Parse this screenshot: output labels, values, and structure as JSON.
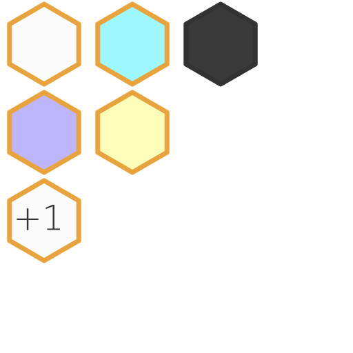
{
  "palette": {
    "border": "#E8A33C",
    "dark_border": "#333333",
    "label_color": "#333333"
  },
  "tiles": [
    {
      "name": "tile-white",
      "fill": "#FBFBFB",
      "stroke": "#E8A33C",
      "label": ""
    },
    {
      "name": "tile-cyan",
      "fill": "#9EF7FC",
      "stroke": "#E8A33C",
      "label": ""
    },
    {
      "name": "tile-black",
      "fill": "#3A3A3A",
      "stroke": "#333333",
      "label": ""
    },
    {
      "name": "tile-lavender",
      "fill": "#BDB6FF",
      "stroke": "#E8A33C",
      "label": ""
    },
    {
      "name": "tile-yellow",
      "fill": "#FDFDBA",
      "stroke": "#E8A33C",
      "label": ""
    },
    {
      "name": "tile-plus-one",
      "fill": "#FBFBFB",
      "stroke": "#E8A33C",
      "label": "+1"
    }
  ]
}
